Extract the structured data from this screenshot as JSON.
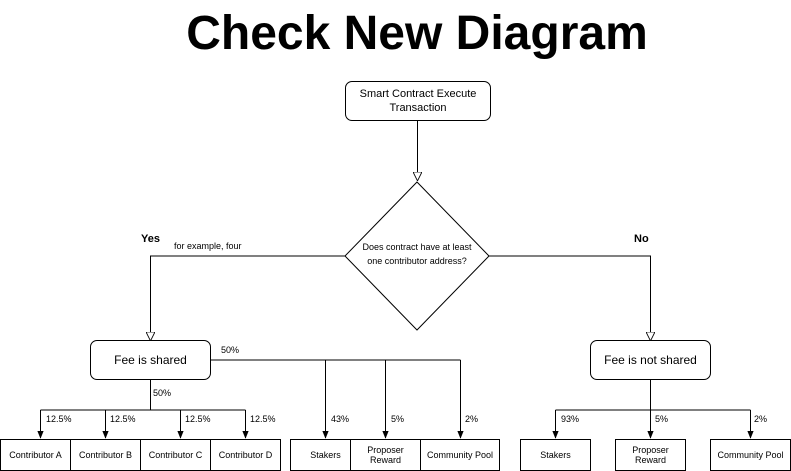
{
  "title": "Check New Diagram",
  "start": "Smart Contract Execute Transaction",
  "decision": "Does contract have at least one contributor address?",
  "yes_label": "Yes",
  "no_label": "No",
  "example_note": "for example, four",
  "shared": {
    "label": "Fee is shared",
    "left_pct": "50%",
    "right_pct": "50%",
    "contributors": [
      {
        "label": "Contributor A",
        "pct": "12.5%"
      },
      {
        "label": "Contributor B",
        "pct": "12.5%"
      },
      {
        "label": "Contributor C",
        "pct": "12.5%"
      },
      {
        "label": "Contributor D",
        "pct": "12.5%"
      }
    ],
    "targets": [
      {
        "label": "Stakers",
        "pct": "43%"
      },
      {
        "label": "Proposer Reward",
        "pct": "5%"
      },
      {
        "label": "Community Pool",
        "pct": "2%"
      }
    ]
  },
  "not_shared": {
    "label": "Fee is not shared",
    "targets": [
      {
        "label": "Stakers",
        "pct": "93%"
      },
      {
        "label": "Proposer Reward",
        "pct": "5%"
      },
      {
        "label": "Community Pool",
        "pct": "2%"
      }
    ]
  }
}
